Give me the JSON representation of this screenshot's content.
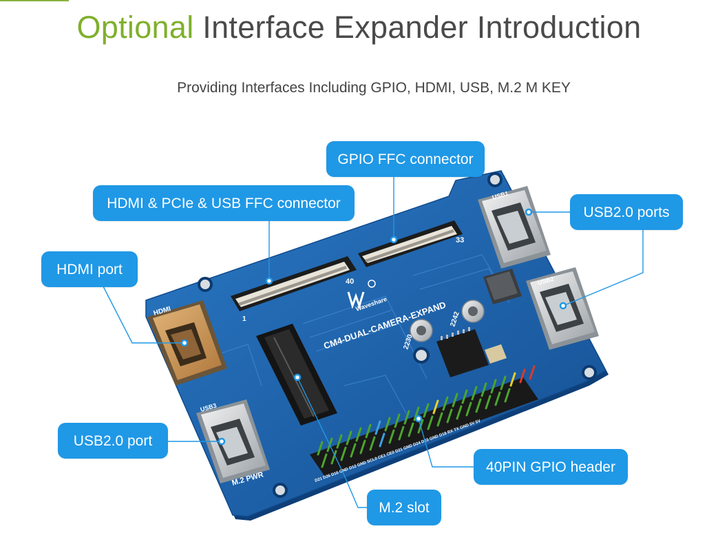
{
  "header": {
    "title_accent": "Optional",
    "title_rest": " Interface Expander Introduction",
    "subtitle": "Providing Interfaces Including GPIO, HDMI, USB, M.2 M KEY"
  },
  "callouts": {
    "gpio_ffc": "GPIO FFC connector",
    "hdmi_pcie_usb_ffc": "HDMI & PCIe & USB FFC connector",
    "usb_ports": "USB2.0 ports",
    "hdmi_port": "HDMI port",
    "usb_port": "USB2.0 port",
    "gpio_header": "40PIN GPIO header",
    "m2_slot": "M.2 slot"
  },
  "board": {
    "name": "CM4-DUAL-CAMERA-EXPAND",
    "brand": "Waveshare",
    "ffc_pin_count_large": "40",
    "ffc_pin_count_small": "33",
    "silk_pin_one": "1",
    "silk_cam0": "2230",
    "silk_cam1": "2242",
    "silk_hdmi": "HDMI",
    "silk_usb1": "USB1",
    "silk_usb2": "USB2",
    "silk_usb3": "USB3",
    "silk_m2_pwr": "M.2 PWR",
    "gpio_labels": "D21 D26 D16 GND D12 GND SCL0 CE1 CE0 D21 GND D24 D23 GND D18 RX TX GND 5V 5V"
  },
  "colors": {
    "accent_green": "#7fb02c",
    "callout_blue": "#1f98e6",
    "pcb_blue": "#1a5fa8"
  }
}
